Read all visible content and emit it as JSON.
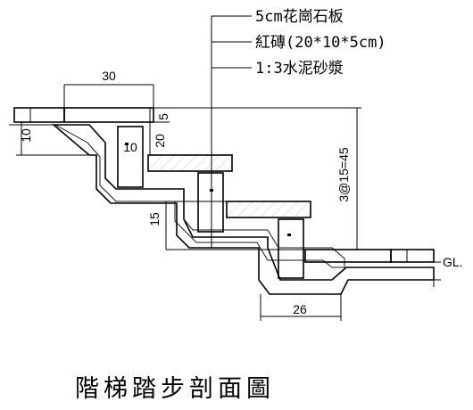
{
  "notes": {
    "granite": "5cm花崗石板",
    "brick": "紅磚(20*10*5cm)",
    "mortar": "1:3水泥砂漿"
  },
  "dimensions": {
    "tread_slab": "30",
    "slab_thickness": "5",
    "base_depth": "10",
    "brick_width": "10",
    "brick_height": "20",
    "riser_height": "15",
    "total_height": "3@15=45",
    "tread_depth": "26"
  },
  "ground_label": "GL.",
  "title": "階梯踏步剖面圖"
}
